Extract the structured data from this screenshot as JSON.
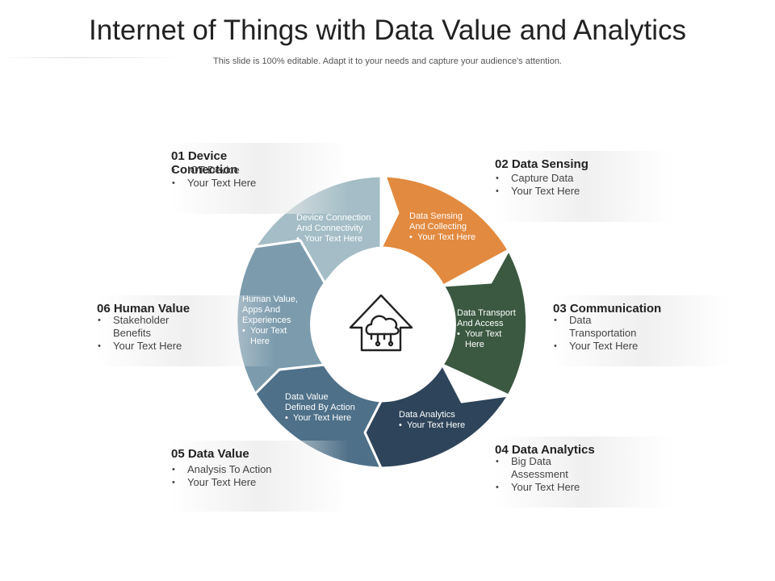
{
  "title": "Internet of Things with Data Value and Analytics",
  "subtitle": "This slide is 100% editable. Adapt it to your needs and capture your audience's attention.",
  "colors": {
    "seg1": "#a4bdc6",
    "seg2": "#e28a3f",
    "seg3": "#3b5941",
    "seg4": "#2e445a",
    "seg5": "#4e7088",
    "seg6": "#7c9cae",
    "icon": "#222222"
  },
  "center_icon": "cloud-home-icon",
  "segments": [
    {
      "line1": "Device Connection",
      "line2": "And Connectivity",
      "bullet": "Your Text Here"
    },
    {
      "line1": "Data Sensing",
      "line2": "And Collecting",
      "bullet": "Your Text Here"
    },
    {
      "line1": "Data Transport",
      "line2": "And Access",
      "bullet1": "Your Text",
      "bullet2": "Here"
    },
    {
      "line1": "Data Analytics",
      "bullet": "Your Text Here"
    },
    {
      "line1": "Data Value",
      "line2": "Defined By Action",
      "bullet": "Your Text Here"
    },
    {
      "line1": "Human Value,",
      "line2": "Apps And",
      "line3": "Experiences",
      "bullet1": "Your Text",
      "bullet2": "Here"
    }
  ],
  "cards": [
    {
      "head1": "01 Device",
      "head2": "Connection",
      "items": [
        "IOT Device",
        "Your Text Here"
      ]
    },
    {
      "head1": "02 Data Sensing",
      "items": [
        "Capture Data",
        "Your Text Here"
      ]
    },
    {
      "head1": "03 Communication",
      "items1": [
        "Data",
        "Transportation"
      ],
      "items": [
        "Your Text Here"
      ]
    },
    {
      "head1": "04 Data Analytics",
      "items1": [
        "Big Data",
        "Assessment"
      ],
      "items": [
        "Your Text Here"
      ]
    },
    {
      "head1": "05 Data Value",
      "items": [
        "Analysis To Action",
        "Your Text Here"
      ]
    },
    {
      "head1": "06 Human Value",
      "items1": [
        "Stakeholder",
        "Benefits"
      ],
      "items": [
        "Your Text Here"
      ]
    }
  ]
}
